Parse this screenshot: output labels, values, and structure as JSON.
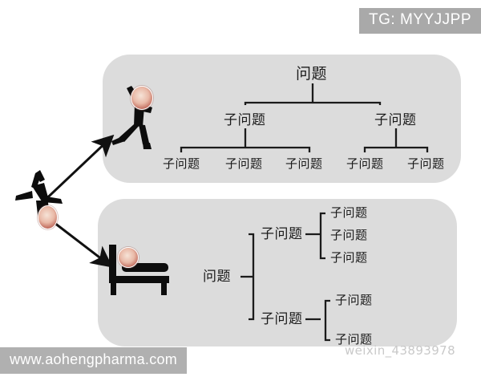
{
  "badges": {
    "telegram": "TG: MYYJJPP",
    "site": "www.aohengpharma.com",
    "blog": "weixin_43893978"
  },
  "labels": {
    "problem": "问题",
    "subproblem": "子问题"
  },
  "colors": {
    "panel_fill": "#dcdcdc",
    "line": "#1b1b1b",
    "badge_bg": "#a9a9a9",
    "watermark_bg": "#b0b0b0",
    "page_bg": "#ffffff",
    "faint_watermark": "#c9c9c9"
  },
  "panels": [
    {
      "id": "top",
      "orientation": "vertical",
      "figure": "running-stick-figure",
      "tree": {
        "root": "问题",
        "branches": [
          {
            "label": "子问题",
            "leaves": [
              "子问题",
              "子问题",
              "子问题"
            ]
          },
          {
            "label": "子问题",
            "leaves": [
              "子问题",
              "子问题"
            ]
          }
        ]
      }
    },
    {
      "id": "bottom",
      "orientation": "horizontal",
      "figure": "sleeping-in-bed-figure",
      "tree": {
        "root": "问题",
        "branches": [
          {
            "label": "子问题",
            "leaves": [
              "子问题",
              "子问题",
              "子问题"
            ]
          },
          {
            "label": "子问题",
            "leaves": [
              "子问题",
              "子问题"
            ]
          }
        ]
      }
    }
  ],
  "source_figure": "falling-stick-figure",
  "arrows": [
    {
      "name": "arrow-to-top-panel",
      "direction": "up-right"
    },
    {
      "name": "arrow-to-bottom-panel",
      "direction": "down-right"
    }
  ],
  "nodes_top": {
    "root": "问题",
    "mid_left": "子问题",
    "mid_right": "子问题",
    "leaf_l1": "子问题",
    "leaf_l2": "子问题",
    "leaf_l3": "子问题",
    "leaf_r1": "子问题",
    "leaf_r2": "子问题"
  },
  "nodes_bottom": {
    "root": "问题",
    "mid_top": "子问题",
    "mid_bottom": "子问题",
    "leaf_t1": "子问题",
    "leaf_t2": "子问题",
    "leaf_t3": "子问题",
    "leaf_b1": "子问题",
    "leaf_b2": "子问题"
  }
}
